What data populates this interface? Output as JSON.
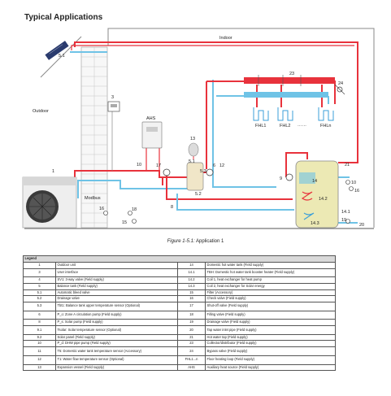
{
  "heading": "Typical Applications",
  "labels": {
    "indoor": "Indoor",
    "outdoor": "Outdoor",
    "n1": "1",
    "n3": "3",
    "n5_1": "5.1",
    "ahs": "AHS",
    "n10": "10",
    "n17": "17",
    "n13": "13",
    "n51": "5.1",
    "n53": "5.3",
    "n52": "5.2",
    "n6": "6",
    "n12": "12",
    "modbus": "Modbus",
    "n16": "16",
    "n18": "18",
    "n15": "15",
    "n8": "8",
    "n23": "23",
    "n24": "24",
    "fhl1": "FHL1",
    "fhl2": "FHL2",
    "dots": "······",
    "fhln": "FHLn",
    "n9": "9",
    "n14": "14",
    "n14_2": "14.2",
    "n14_3": "14.3",
    "n14_1": "14.1",
    "n21": "21",
    "n19": "19",
    "n20": "20",
    "n10b": "10",
    "n16b": "16"
  },
  "caption": {
    "fig": "Figure 1-5.1:",
    "text": "Application 1"
  },
  "legend": {
    "header": "Legend",
    "rows": [
      [
        "1",
        "Outdoor unit",
        "14",
        "Domestic hot water tank (Field supply)"
      ],
      [
        "3",
        "User interface",
        "14.1",
        "TBH: Domestic hot water tank booster heater (Field supply)"
      ],
      [
        "4",
        "SV1: 3-way valve (Field supply)",
        "14.2",
        "Coil 1, heat exchanger for heat pump"
      ],
      [
        "5",
        "Balance tank (Field supply)",
        "14.3",
        "Coil 2, heat exchanger for Solar energy"
      ],
      [
        "5.1",
        "Automatic bleed valve",
        "15",
        "Filter (Accessory)"
      ],
      [
        "5.2",
        "Drainage valve",
        "16",
        "Check valve (Field supply)"
      ],
      [
        "5.3",
        "Tbt1: Balance tank upper temperature sensor (Optional)",
        "17",
        "Shut-off valve (Field supply)"
      ],
      [
        "6",
        "P_o: Zone A circulation pump (Field supply)",
        "18",
        "Filling valve (Field supply)"
      ],
      [
        "8",
        "P_s: Solar pump (Field supply)",
        "19",
        "Drainage valve (Field supply)"
      ],
      [
        "9.1",
        "Tsolar: Solar temperature sensor (Optional)",
        "20",
        "Tap water inlet pipe (Field supply)"
      ],
      [
        "9.2",
        "Solar panel (Field supply)",
        "21",
        "Hot water tap (Field supply)"
      ],
      [
        "10",
        "P_d: DHW pipe pump (Field supply)",
        "23",
        "Collector/distributor (Field supply)"
      ],
      [
        "11",
        "T5: Domestic water tank temperature sensor (Accessory)",
        "24",
        "Bypass valve (Field supply)"
      ],
      [
        "12",
        "T1: Water flow temperature sensor (Optional)",
        "FHL1...n",
        "Floor heating loop (Field supply)"
      ],
      [
        "13",
        "Expansion vessel (Field supply)",
        "AHS",
        "Auxiliary heat source (Field supply)"
      ]
    ]
  }
}
